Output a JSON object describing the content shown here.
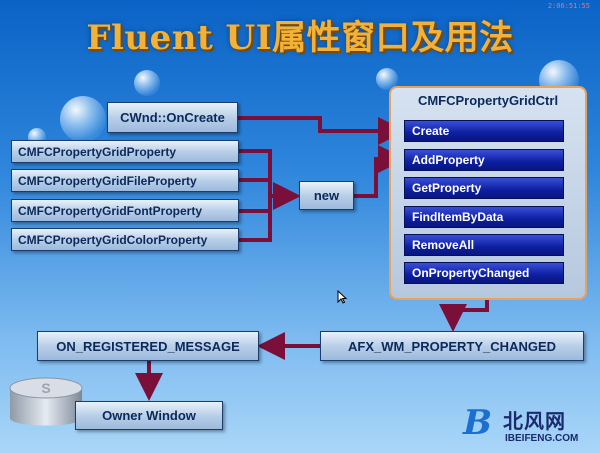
{
  "timestamp": "2:06:51:55",
  "title": "Fluent UI属性窗口及用法",
  "nodes": {
    "oncreate": "CWnd::OnCreate",
    "new": "new",
    "properties": [
      "CMFCPropertyGridProperty",
      "CMFCPropertyGridFileProperty",
      "CMFCPropertyGridFontProperty",
      "CMFCPropertyGridColorProperty"
    ],
    "message_changed": "AFX_WM_PROPERTY_CHANGED",
    "registered_message": "ON_REGISTERED_MESSAGE",
    "owner_window": "Owner Window"
  },
  "grid_ctrl": {
    "title": "CMFCPropertyGridCtrl",
    "methods": [
      "Create",
      "AddProperty",
      "GetProperty",
      "FindItemByData",
      "RemoveAll",
      "OnPropertyChanged"
    ]
  },
  "logo": {
    "letter": "B",
    "name_cn": "北风网",
    "url": "IBEIFENG.COM"
  },
  "colors": {
    "arrow": "#7a0f3a",
    "method_fill": "#1a2cc0",
    "panel_border": "#e9a25a",
    "title": "#f2b23a"
  },
  "icons": {
    "cursor": "mouse-pointer-icon",
    "disk": "disk-icon"
  }
}
